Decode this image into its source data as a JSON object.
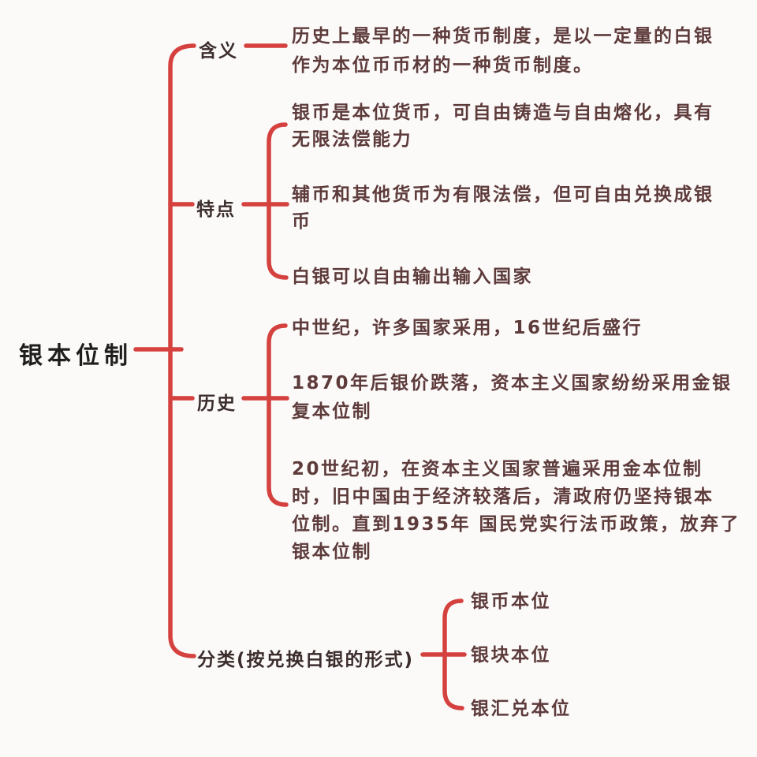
{
  "root": {
    "label": "银本位制"
  },
  "branches": [
    {
      "label": "含义",
      "items": [
        {
          "lines": [
            "历史上最早的一种货币制度，是以一定量的白银",
            "作为本位币币材的一种货币制度。"
          ]
        }
      ]
    },
    {
      "label": "特点",
      "items": [
        {
          "lines": [
            "银币是本位货币，可自由铸造与自由熔化，具有",
            "无限法偿能力"
          ]
        },
        {
          "lines": [
            "辅币和其他货币为有限法偿，但可自由兑换成银",
            "币"
          ]
        },
        {
          "lines": [
            "白银可以自由输出输入国家"
          ]
        }
      ]
    },
    {
      "label": "历史",
      "items": [
        {
          "lines": [
            "中世纪，许多国家采用，16世纪后盛行"
          ]
        },
        {
          "lines": [
            "1870年后银价跌落，资本主义国家纷纷采用金银",
            "复本位制"
          ]
        },
        {
          "lines": [
            "20世纪初，在资本主义国家普遍采用金本位制",
            "时，旧中国由于经济较落后，清政府仍坚持银本",
            "位制。直到1935年 国民党实行法币政策，放弃了",
            "银本位制"
          ]
        }
      ]
    },
    {
      "label": "分类(按兑换白银的形式)",
      "items": [
        {
          "lines": [
            "银币本位"
          ]
        },
        {
          "lines": [
            "银块本位"
          ]
        },
        {
          "lines": [
            "银汇兑本位"
          ]
        }
      ]
    }
  ],
  "colors": {
    "line": "#d5413e",
    "background": "#fbfaf9",
    "root_text": "#201d1d",
    "label_text": "#3c2d2d",
    "leaf_text": "#5e3b3b"
  }
}
